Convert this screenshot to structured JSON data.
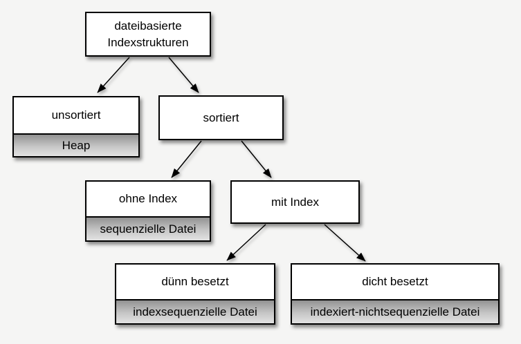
{
  "diagram": {
    "background_color": "#f5f5f4",
    "node_fill_color": "#ffffff",
    "node_border_color": "#000000",
    "band_gradient_top_color": "#929292",
    "band_gradient_bottom_color": "#e2e2e2",
    "nodes": {
      "root": {
        "label": "dateibasierte Indexstrukturen"
      },
      "unsortiert": {
        "label": "unsortiert",
        "sublabel": "Heap"
      },
      "sortiert": {
        "label": "sortiert"
      },
      "ohne_index": {
        "label": "ohne Index",
        "sublabel": "sequenzielle Datei"
      },
      "mit_index": {
        "label": "mit Index"
      },
      "duenn": {
        "label": "dünn besetzt",
        "sublabel": "indexsequenzielle Datei"
      },
      "dicht": {
        "label": "dicht besetzt",
        "sublabel": "indexiert-nichtsequenzielle Datei"
      }
    },
    "edges": [
      {
        "from": "root",
        "to": "unsortiert"
      },
      {
        "from": "root",
        "to": "sortiert"
      },
      {
        "from": "sortiert",
        "to": "ohne_index"
      },
      {
        "from": "sortiert",
        "to": "mit_index"
      },
      {
        "from": "mit_index",
        "to": "duenn"
      },
      {
        "from": "mit_index",
        "to": "dicht"
      }
    ]
  }
}
